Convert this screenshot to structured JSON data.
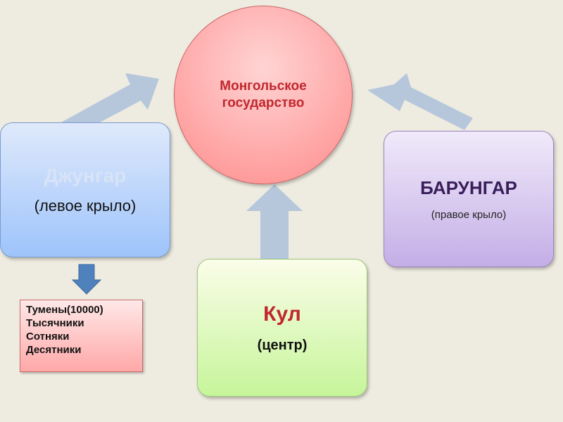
{
  "center_node": {
    "line1": "Монгольское",
    "line2": "государство"
  },
  "left_wing": {
    "title": "Джунгар",
    "subtitle": "(левое крыло)"
  },
  "right_wing": {
    "title": "БАРУНГАР",
    "subtitle": "(правое крыло)"
  },
  "center_wing": {
    "title": "Кул",
    "subtitle": "(центр)"
  },
  "ranks": [
    "Тумены(10000)",
    "Тысячники",
    "Сотняки",
    "Десятники"
  ],
  "colors": {
    "arrow": "#b6c7dc",
    "down_arrow": "#4f81bd",
    "title_red": "#c0282e"
  }
}
